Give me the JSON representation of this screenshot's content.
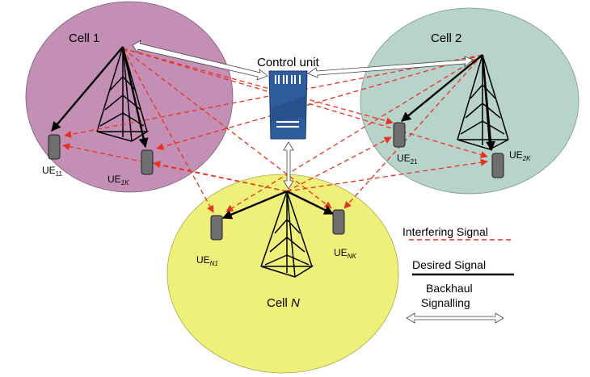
{
  "colors": {
    "cell1": "#c48fb5",
    "cell2": "#b7d3cc",
    "cellN": "#eef07a",
    "interfering": "#e8321e",
    "desired": "#000000",
    "backhaul": "#ffffff",
    "control_unit": "#2f5c9c",
    "ue": "#6e6e6e"
  },
  "cells": {
    "cell1": "Cell 1",
    "cell2": "Cell 2",
    "cellN_prefix": "Cell ",
    "cellN_suffix": "N"
  },
  "control_unit": "Control unit",
  "ues": {
    "ue11": {
      "base": "UE",
      "sub": "11"
    },
    "ue1k": {
      "base": "UE",
      "sub": "1K"
    },
    "ue21": {
      "base": "UE",
      "sub": "21"
    },
    "ue2k": {
      "base": "UE",
      "sub": "2K"
    },
    "uen1": {
      "base": "UE",
      "sub": "N1"
    },
    "uenk": {
      "base": "UE",
      "sub": "NK"
    }
  },
  "legend": {
    "interfering": "Interfering Signal",
    "desired": "Desired Signal",
    "backhaul_line1": "Backhaul",
    "backhaul_line2": "Signalling"
  }
}
